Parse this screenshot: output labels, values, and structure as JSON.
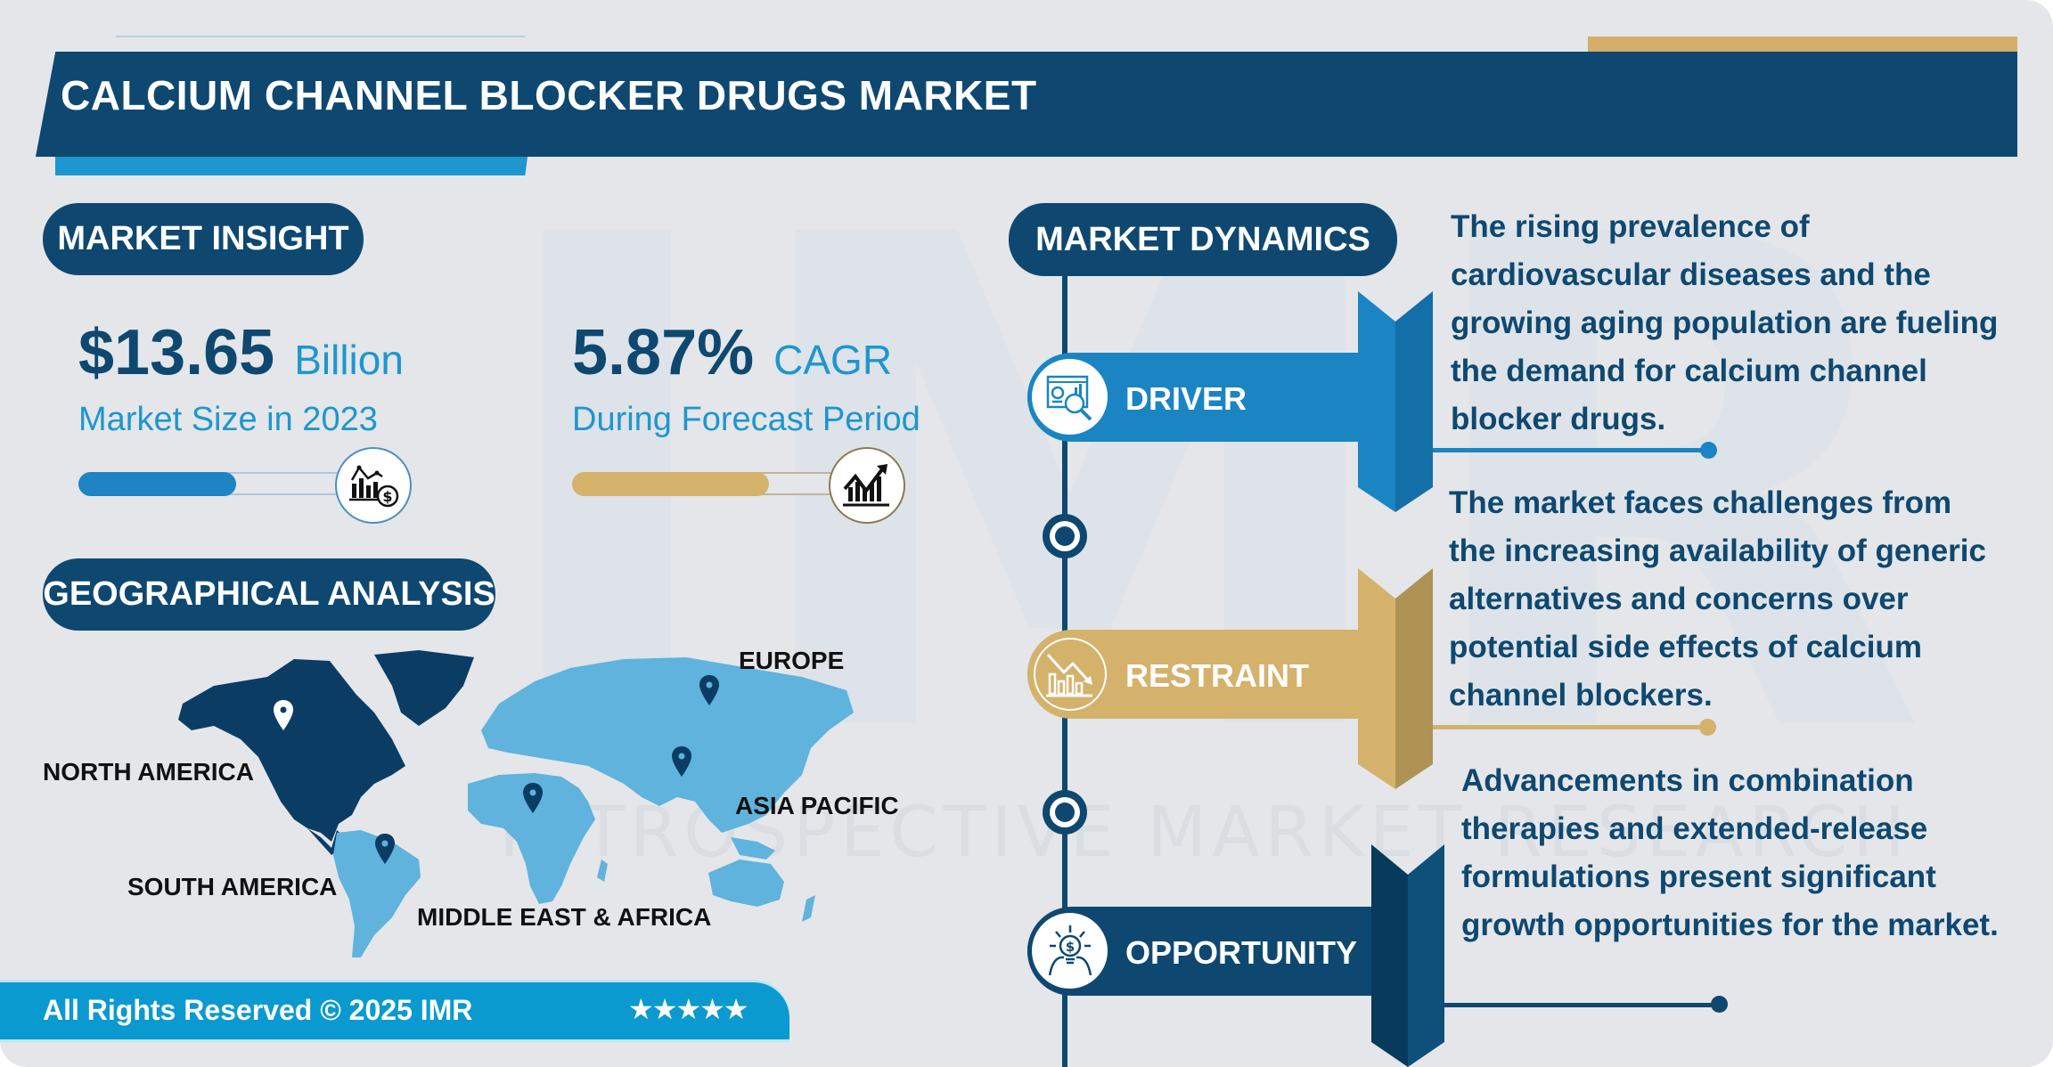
{
  "header": {
    "title": "CALCIUM CHANNEL BLOCKER DRUGS MARKET"
  },
  "colors": {
    "navy": "#0e4870",
    "blue": "#1a85c2",
    "light_blue": "#1e96cf",
    "gold": "#d4af6a",
    "map_light": "#5fb3dd",
    "background": "#e4e6e9"
  },
  "watermark": {
    "logo": "IMR",
    "text": "INTROSPECTIVE MARKET RESEARCH"
  },
  "market_insight": {
    "heading": "MARKET INSIGHT",
    "market_size": {
      "value": "$13.65",
      "unit": "Billion",
      "caption": "Market Size in 2023",
      "progress_pct": 61,
      "icon": "chart-dollar-icon"
    },
    "cagr": {
      "value": "5.87%",
      "unit": "CAGR",
      "caption": "During Forecast Period",
      "progress_pct": 76,
      "icon": "growth-chart-icon"
    }
  },
  "geographical_analysis": {
    "heading": "GEOGRAPHICAL ANALYSIS",
    "regions": [
      {
        "name": "NORTH AMERICA",
        "highlighted": true
      },
      {
        "name": "SOUTH AMERICA",
        "highlighted": false
      },
      {
        "name": "EUROPE",
        "highlighted": false
      },
      {
        "name": "ASIA PACIFIC",
        "highlighted": false
      },
      {
        "name": "MIDDLE EAST & AFRICA",
        "highlighted": false
      }
    ]
  },
  "market_dynamics": {
    "heading": "MARKET DYNAMICS",
    "items": [
      {
        "label": "DRIVER",
        "icon": "analytics-magnifier-icon",
        "color": "#1a85c2",
        "text": "The rising prevalence of cardiovascular diseases and the growing aging population are fueling the demand for calcium channel blocker drugs."
      },
      {
        "label": "RESTRAINT",
        "icon": "declining-chart-icon",
        "color": "#d4af6a",
        "text": "The market faces challenges from the increasing availability of generic alternatives and concerns over potential side effects of calcium channel blockers."
      },
      {
        "label": "OPPORTUNITY",
        "icon": "idea-dollar-bulb-icon",
        "color": "#0e4870",
        "text": "Advancements in combination therapies and extended-release formulations present significant growth opportunities for the market."
      }
    ]
  },
  "footer": {
    "copyright": "All Rights Reserved © 2025 IMR",
    "rating": "★★★★★"
  }
}
